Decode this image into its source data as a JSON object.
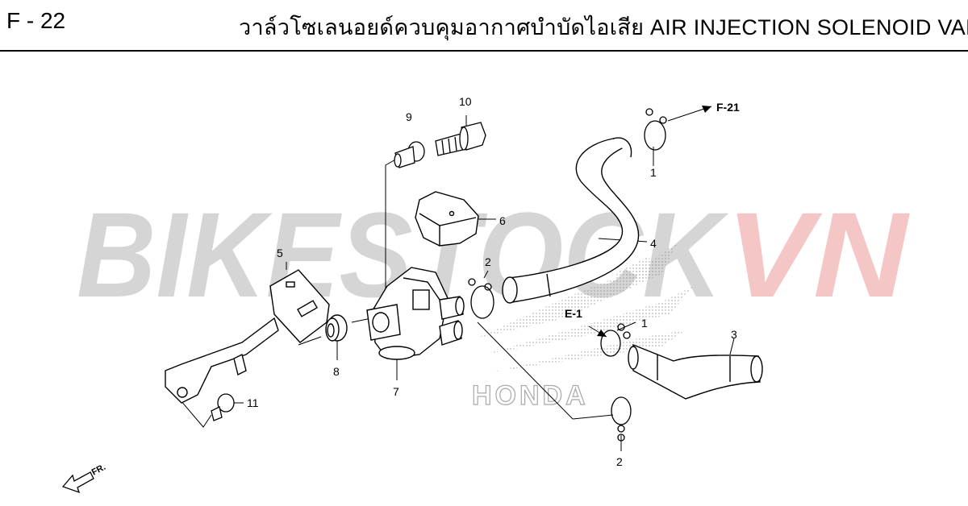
{
  "header": {
    "page_code": "F - 22",
    "title": "วาล์วโซเลนอยด์ควบคุมอากาศบำบัดไอเสีย  AIR INJECTION SOLENOID VALVE"
  },
  "watermark": {
    "part1": "BIKESTOCK",
    "part2": "VN"
  },
  "honda_logo_text": "HONDA",
  "references": {
    "f21": "F-21",
    "e1": "E-1"
  },
  "direction_label": "FR.",
  "callouts": {
    "c1a": "1",
    "c1b": "1",
    "c2a": "2",
    "c2b": "2",
    "c3": "3",
    "c4": "4",
    "c5": "5",
    "c6": "6",
    "c7": "7",
    "c8": "8",
    "c9": "9",
    "c10": "10",
    "c11": "11"
  },
  "colors": {
    "watermark_gray": "#c8c8c8",
    "watermark_red": "#f2b8b8",
    "line": "#000000"
  }
}
